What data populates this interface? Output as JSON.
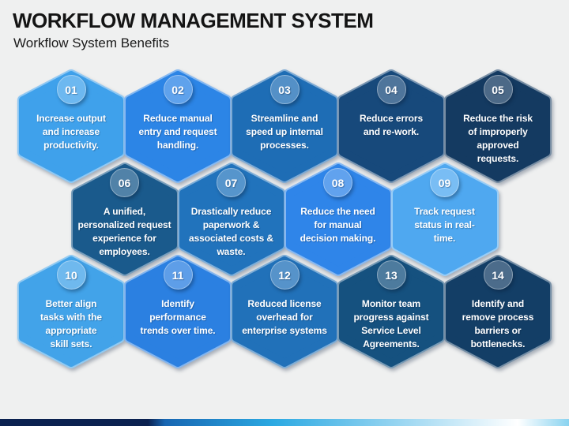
{
  "slide": {
    "title": "WORKFLOW MANAGEMENT SYSTEM",
    "subtitle": "Workflow System Benefits",
    "background_color": "#eff0f0",
    "footer_colors": [
      "#0b2150",
      "#1766b2",
      "#2ba9e2",
      "#ffffff",
      "#89d3f0"
    ]
  },
  "hexagons": [
    {
      "number": "01",
      "color": "#3fa1eb",
      "lines": [
        "Increase output",
        "and increase",
        "productivity."
      ]
    },
    {
      "number": "02",
      "color": "#2c85e6",
      "lines": [
        "Reduce manual",
        "entry and request",
        "handling."
      ]
    },
    {
      "number": "03",
      "color": "#1e6db5",
      "lines": [
        "Streamline and",
        "speed up internal",
        "processes."
      ]
    },
    {
      "number": "04",
      "color": "#17497b",
      "lines": [
        "Reduce errors",
        "and re-work."
      ]
    },
    {
      "number": "05",
      "color": "#143a61",
      "lines": [
        "Reduce the risk",
        "of improperly",
        "approved",
        "requests."
      ]
    },
    {
      "number": "06",
      "color": "#1a5a8c",
      "lines": [
        "A unified,",
        "personalized request",
        "experience for",
        "employees."
      ]
    },
    {
      "number": "07",
      "color": "#2173bc",
      "lines": [
        "Drastically reduce",
        "paperwork &",
        "associated costs &",
        "waste."
      ]
    },
    {
      "number": "08",
      "color": "#2f85e9",
      "lines": [
        "Reduce the need",
        "for manual",
        "decision making."
      ]
    },
    {
      "number": "09",
      "color": "#4fa8f0",
      "lines": [
        "Track request",
        "status in real-",
        "time."
      ]
    },
    {
      "number": "10",
      "color": "#42a3e9",
      "lines": [
        "Better align",
        "tasks with the",
        "appropriate",
        "skill sets."
      ]
    },
    {
      "number": "11",
      "color": "#2b80e1",
      "lines": [
        "Identify",
        "performance",
        "trends over time."
      ]
    },
    {
      "number": "12",
      "color": "#2171b9",
      "lines": [
        "Reduced license",
        "overhead for",
        "enterprise systems"
      ]
    },
    {
      "number": "13",
      "color": "#15517f",
      "lines": [
        "Monitor team",
        "progress against",
        "Service Level",
        "Agreements."
      ]
    },
    {
      "number": "14",
      "color": "#133e66",
      "lines": [
        "Identify and",
        "remove process",
        "barriers or",
        "bottlenecks."
      ]
    }
  ]
}
